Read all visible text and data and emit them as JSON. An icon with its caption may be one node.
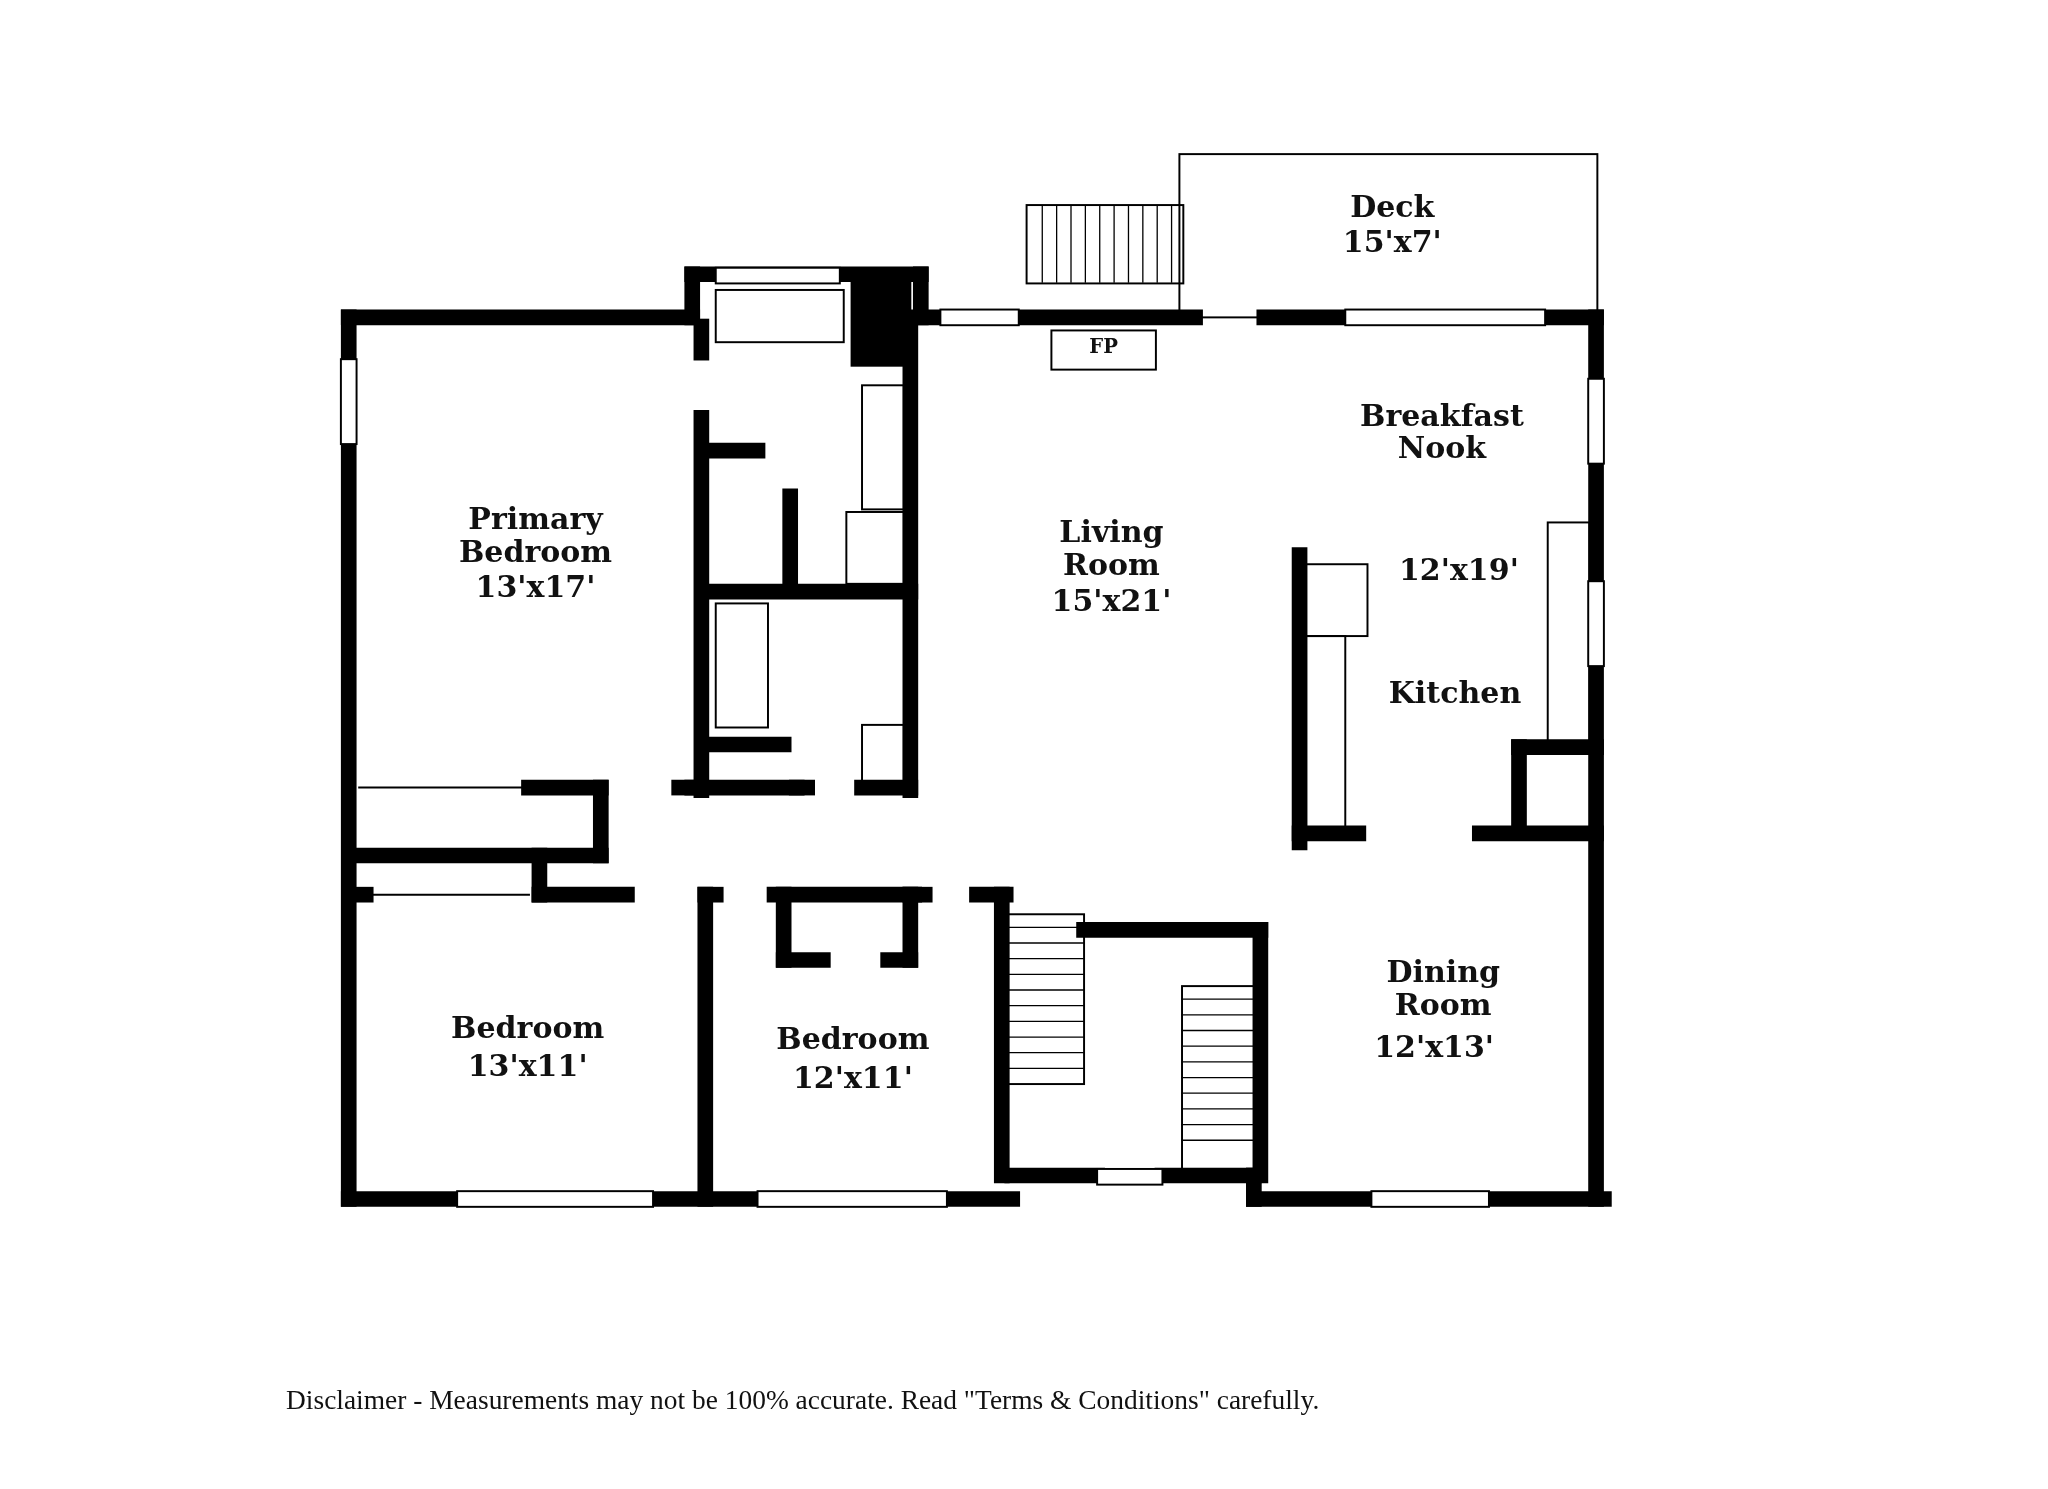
{
  "diagram": {
    "caption": "Disclaimer - Measurements may not be 100% accurate. Read \"Terms & Conditions\" carefully.",
    "labels": [
      "Deck",
      "15'x7'",
      "FP",
      "Breakfast Nook",
      "Primary Bedroom",
      "13'x17'",
      "Living Room",
      "15'x21'",
      "12'x19'",
      "Kitchen",
      "Dining Room",
      "12'x13'",
      "Bedroom",
      "13'x11'",
      "Bedroom",
      "12'x11'"
    ]
  }
}
